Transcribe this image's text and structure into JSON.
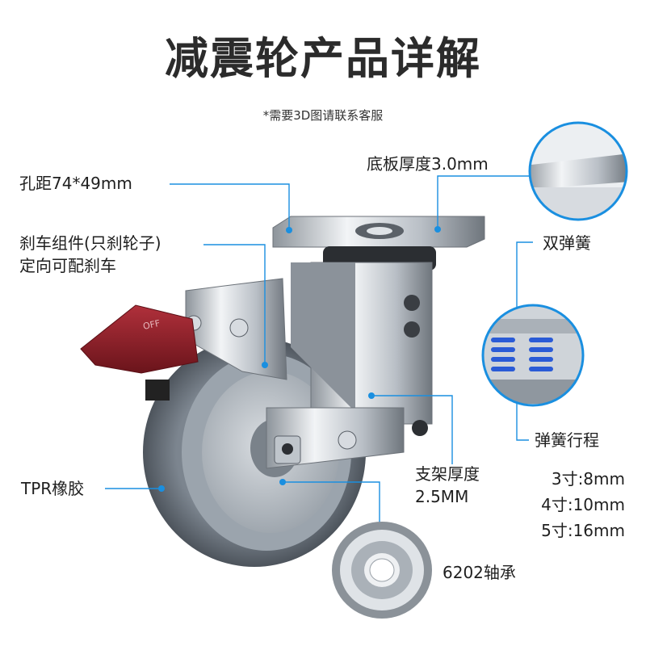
{
  "title": "减震轮产品详解",
  "subtitle": "*需要3D图请联系客服",
  "labels": {
    "hole_distance": "孔距74*49mm",
    "brake_line1": "刹车组件(只刹轮子)",
    "brake_line2": "定向可配刹车",
    "tpr": "TPR橡胶",
    "plate_thickness": "底板厚度3.0mm",
    "double_spring": "双弹簧",
    "spring_travel_title": "弹簧行程",
    "spring_3": "3寸:8mm",
    "spring_4": "4寸:10mm",
    "spring_5": "5寸:16mm",
    "bracket_line1": "支架厚度",
    "bracket_line2": "2.5MM",
    "bearing": "6202轴承"
  },
  "colors": {
    "accent": "#1a8fe0",
    "brake_pedal": "#8e1e26",
    "wheel_tire": "#5e6670",
    "chrome": "#c9ced4",
    "spring": "#2a5bd6"
  }
}
